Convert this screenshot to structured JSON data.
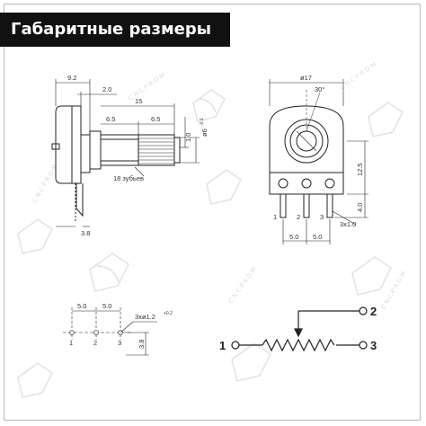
{
  "title": "Габаритные размеры",
  "colors": {
    "title_bg": "#111111",
    "title_fg": "#ffffff",
    "line": "#222222",
    "watermark": "#dcdcdc"
  },
  "watermark": {
    "text": "CNCPROM"
  },
  "side_view": {
    "dim_total_left": "9.2",
    "dim_flange": "2.0",
    "dim_shaft_length": "15",
    "dim_segment_a": "6.5",
    "dim_segment_b": "6.5",
    "dim_shaft_dia": "ø6",
    "dim_shaft_dia_tol": "-0.1",
    "dim_shaft_dia_tol2": "0",
    "dim_slot": "1.0",
    "teeth_label": "18 зубьев",
    "dim_pin_length": "3.8"
  },
  "front_view": {
    "dim_body_dia": "ø17",
    "dim_angle": "30°",
    "dim_height": "12.5",
    "dim_pin_height": "4.0",
    "dim_pin_size": "3x1.0",
    "dim_pitch_a": "5.0",
    "dim_pitch_b": "5.0",
    "pins": [
      "1",
      "2",
      "3"
    ]
  },
  "footprint": {
    "dim_pitch_a": "5.0",
    "dim_pitch_b": "5.0",
    "dim_holes": "3xø1.2",
    "dim_holes_tol": "+0.2",
    "dim_holes_tol2": "0",
    "dim_offset": "3.8",
    "pins": [
      "1",
      "2",
      "3"
    ]
  },
  "schematic": {
    "terminals": [
      "1",
      "2",
      "3"
    ]
  }
}
